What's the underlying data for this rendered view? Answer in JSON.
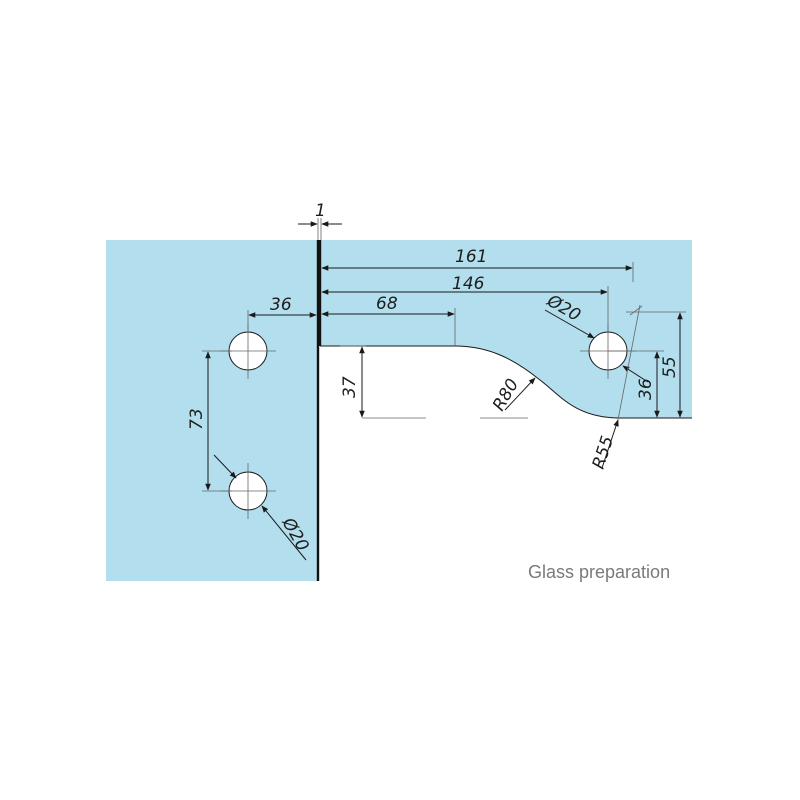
{
  "caption": "Glass preparation",
  "dimensions": {
    "gap": "1",
    "hole_offset_left": "36",
    "hole_spacing_vertical": "73",
    "hole_diameter_left": "Ø20",
    "length_total": "161",
    "length_hole": "146",
    "length_straight": "68",
    "hole_diameter_right": "Ø20",
    "radius_large": "R80",
    "radius_small": "R55",
    "step_height": "37",
    "hole_height_right": "36",
    "height_right": "55"
  },
  "colors": {
    "glass": "#b3deed",
    "line": "#1a1a1a",
    "caption": "#7a7a7a"
  }
}
